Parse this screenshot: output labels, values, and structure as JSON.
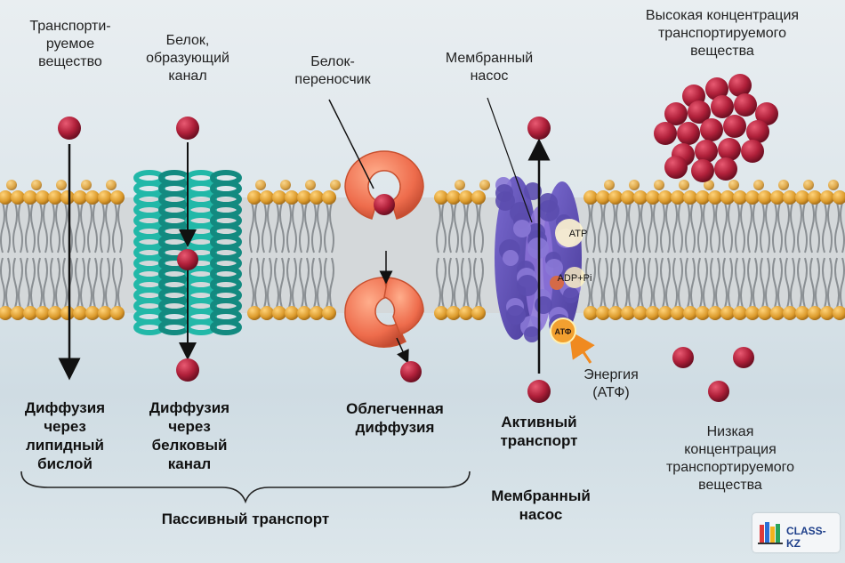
{
  "labels": {
    "transported_substance": "Транспорти-\nруемое\nвещество",
    "channel_protein": "Белок,\nобразующий\nканал",
    "carrier_protein": "Белок-\nпереносчик",
    "membrane_pump_top": "Мембранный\nнасос",
    "high_concentration": "Высокая концентрация\nтранспортируемого\nвещества",
    "low_concentration": "Низкая\nконцентрация\nтранспортируемого\nвещества",
    "energy_atp": "Энергия\n(АТФ)",
    "atp": "ATP",
    "adp_pi": "ADP+Pi",
    "atf": "АТФ"
  },
  "mechanisms": {
    "diffusion_lipid": "Диффузия\nчерез\nлипидный\nбислой",
    "diffusion_channel": "Диффузия\nчерез\nбелковый\nканал",
    "facilitated": "Облегченная\nдиффузия",
    "active_transport": "Активный\nтранспорт",
    "membrane_pump_bottom": "Мембранный\nнасос"
  },
  "passive_transport": "Пассивный транспорт",
  "logo": {
    "text": "CLASS-KZ"
  },
  "colors": {
    "molecule": "#b0203a",
    "head": "#e0a030",
    "channel": "#1aa89a",
    "carrier": "#f07a58",
    "pump": "#6a5ab8"
  }
}
